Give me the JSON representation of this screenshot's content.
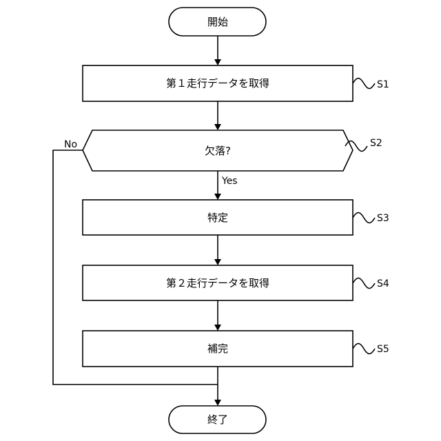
{
  "nodes": {
    "start": "開始",
    "s1": "第１走行データを取得",
    "s2": "欠落?",
    "s3": "特定",
    "s4": "第２走行データを取得",
    "s5": "補完",
    "end": "終了"
  },
  "step_ids": {
    "s1": "S1",
    "s2": "S2",
    "s3": "S3",
    "s4": "S4",
    "s5": "S5"
  },
  "branches": {
    "yes": "Yes",
    "no": "No"
  }
}
